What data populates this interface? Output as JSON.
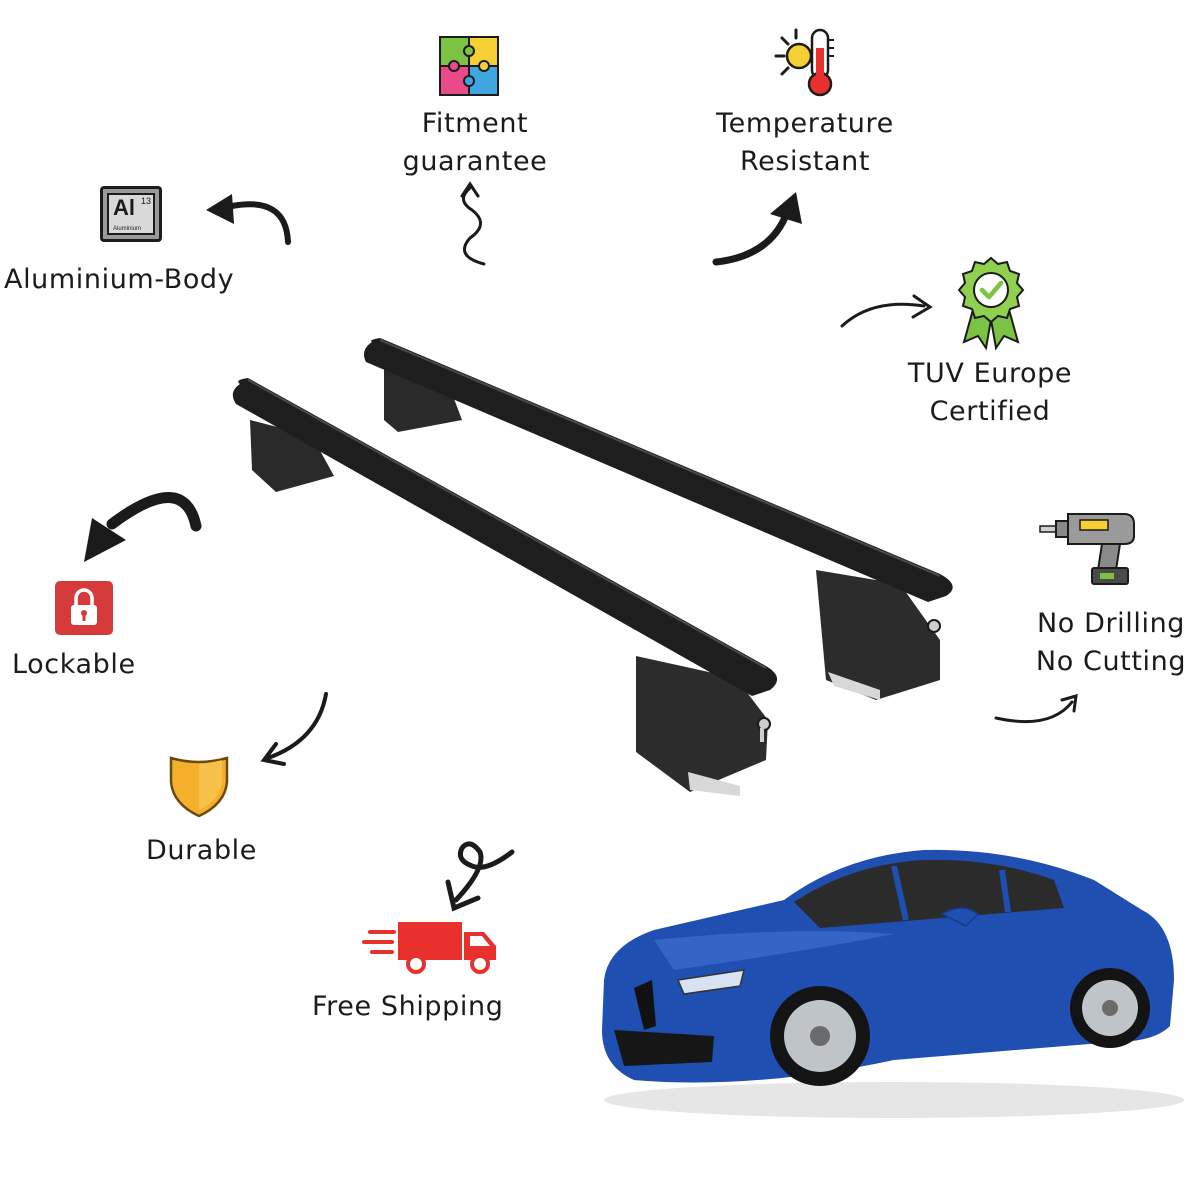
{
  "features": {
    "fitment": {
      "line1": "Fitment",
      "line2": "guarantee",
      "icon": "puzzle-icon"
    },
    "temperature": {
      "line1": "Temperature",
      "line2": "Resistant",
      "icon": "thermometer-sun-icon"
    },
    "aluminium": {
      "label": "Aluminium-Body",
      "icon": "aluminium-element-icon",
      "symbol": "Al",
      "number": "13",
      "name": "Aluminium"
    },
    "tuv": {
      "line1": "TUV Europe",
      "line2": "Certified",
      "icon": "certified-badge-icon"
    },
    "lockable": {
      "label": "Lockable",
      "icon": "padlock-icon"
    },
    "drilling": {
      "line1": "No Drilling",
      "line2": "No Cutting",
      "icon": "cordless-drill-icon"
    },
    "durable": {
      "label": "Durable",
      "icon": "shield-icon"
    },
    "shipping": {
      "label": "Free Shipping",
      "icon": "delivery-truck-icon"
    }
  },
  "colors": {
    "text": "#1b1b1b",
    "bars": "#1e1e1e",
    "car_blue": "#1f4fb0",
    "truck_red": "#e8312c",
    "lock_red": "#d63a3a",
    "shield_orange": "#f4b02a",
    "badge_green": "#7cc243"
  }
}
